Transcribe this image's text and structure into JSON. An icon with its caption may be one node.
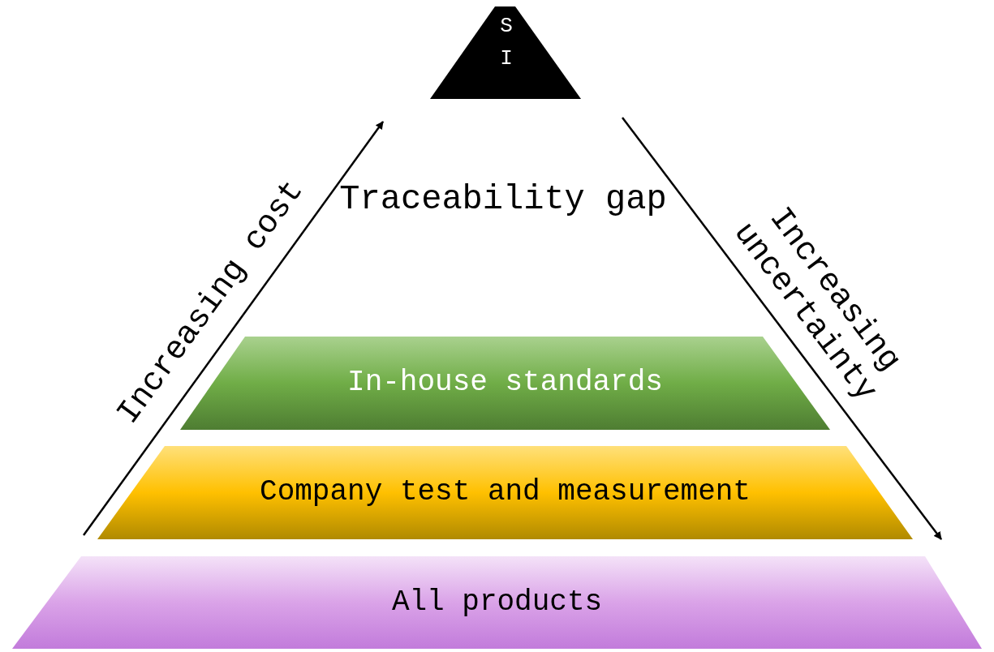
{
  "diagram": {
    "nodes": [
      {
        "text": [
          "SI"
        ]
      },
      {
        "text": [
          "In-house standards"
        ]
      },
      {
        "text": [
          "Company test and measurement"
        ]
      },
      {
        "text": [
          "All products"
        ]
      }
    ],
    "labels": [
      "Increasing cost",
      "Traceability gap",
      "Increasing uncertainty"
    ]
  }
}
